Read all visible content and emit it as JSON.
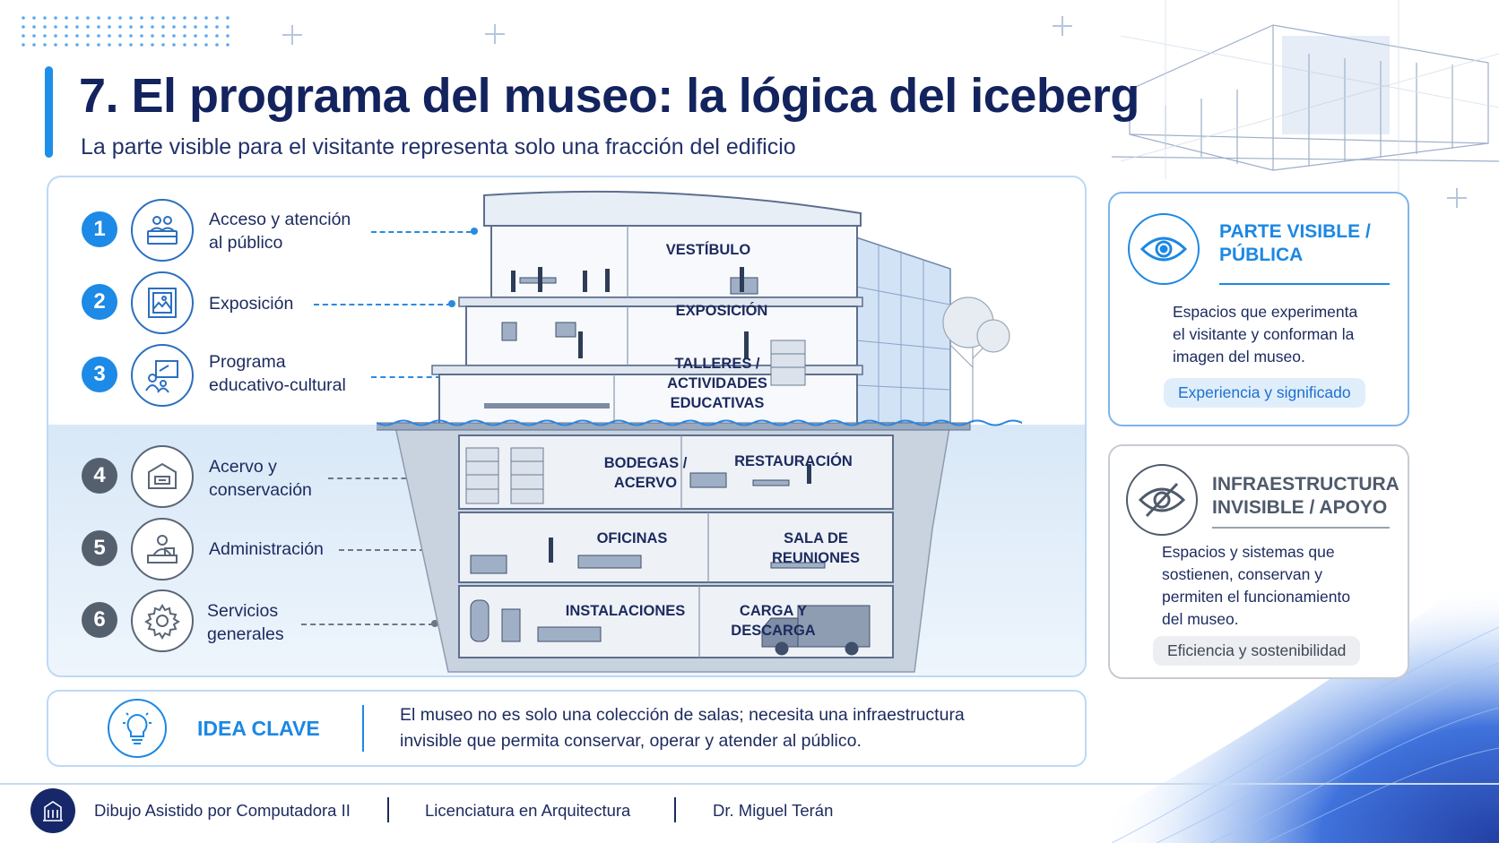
{
  "header": {
    "title": "7. El programa del museo: la lógica del iceberg",
    "subtitle": "La parte visible para el visitante representa solo una fracción del edificio"
  },
  "program_items": [
    {
      "number": "1",
      "label_line1": "Acceso y atención",
      "label_line2": "al público",
      "icon": "reception-desk-icon",
      "zone": "visible"
    },
    {
      "number": "2",
      "label_line1": "Exposición",
      "label_line2": "",
      "icon": "framed-picture-icon",
      "zone": "visible"
    },
    {
      "number": "3",
      "label_line1": "Programa",
      "label_line2": "educativo-cultural",
      "icon": "presentation-board-icon",
      "zone": "visible"
    },
    {
      "number": "4",
      "label_line1": "Acervo y",
      "label_line2": "conservación",
      "icon": "storage-box-icon",
      "zone": "invisible"
    },
    {
      "number": "5",
      "label_line1": "Administración",
      "label_line2": "",
      "icon": "desk-worker-icon",
      "zone": "invisible"
    },
    {
      "number": "6",
      "label_line1": "Servicios",
      "label_line2": "generales",
      "icon": "gear-icon",
      "zone": "invisible"
    }
  ],
  "building": {
    "rooms": {
      "vestibulo": "VESTÍBULO",
      "exposicion": "EXPOSICIÓN",
      "talleres_1": "TALLERES /",
      "talleres_2": "ACTIVIDADES",
      "talleres_3": "EDUCATIVAS",
      "bodegas_1": "BODEGAS /",
      "bodegas_2": "ACERVO",
      "restauracion": "RESTAURACIÓN",
      "oficinas": "OFICINAS",
      "sala_1": "SALA DE",
      "sala_2": "REUNIONES",
      "instalaciones": "INSTALACIONES",
      "carga_1": "CARGA Y",
      "carga_2": "DESCARGA"
    }
  },
  "card_visible": {
    "title_line1": "PARTE VISIBLE /",
    "title_line2": "PÚBLICA",
    "body_line1": "Espacios que experimenta",
    "body_line2": "el visitante y conforman la",
    "body_line3": "imagen del museo.",
    "pill": "Experiencia y significado",
    "icon": "eye-icon",
    "accent": "#1c88e3"
  },
  "card_invisible": {
    "title_line1": "INFRAESTRUCTURA",
    "title_line2": "INVISIBLE / APOYO",
    "body_line1": "Espacios y sistemas que",
    "body_line2": "sostienen, conservan y",
    "body_line3": "permiten el funcionamiento",
    "body_line4": "del museo.",
    "pill": "Eficiencia y sostenibilidad",
    "icon": "eye-slash-icon",
    "accent": "#4f5a6b"
  },
  "idea": {
    "title": "IDEA CLAVE",
    "line1": "El museo no es solo una colección de salas; necesita una infraestructura",
    "line2": "invisible que permita conservar, operar y atender al público.",
    "icon": "lightbulb-icon"
  },
  "footer": {
    "course": "Dibujo Asistido por Computadora II",
    "program": "Licenciatura en Arquitectura",
    "author": "Dr. Miguel Terán",
    "icon": "building-logo-icon"
  },
  "colors": {
    "navy": "#13235e",
    "blue": "#1c88e3",
    "gray": "#55606f"
  }
}
